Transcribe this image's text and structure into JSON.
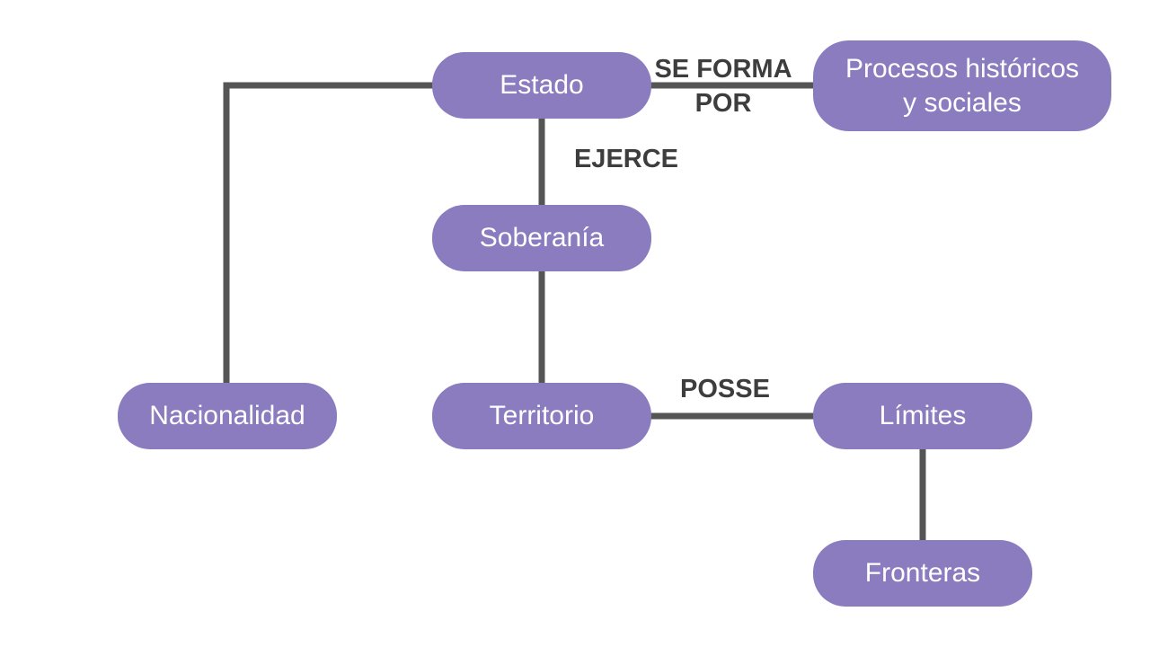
{
  "nodes": {
    "estado": "Estado",
    "procesos": "Procesos históricos\ny sociales",
    "soberania": "Soberanía",
    "nacionalidad": "Nacionalidad",
    "territorio": "Territorio",
    "limites": "Límites",
    "fronteras": "Fronteras"
  },
  "edge_labels": {
    "se_forma_por": "SE FORMA\nPOR",
    "ejerce": "EJERCE",
    "posse": "POSSE"
  },
  "colors": {
    "node_fill": "#8b7bbf",
    "node_text": "#ffffff",
    "connector": "#555555",
    "label_text": "#3d3d3d"
  }
}
